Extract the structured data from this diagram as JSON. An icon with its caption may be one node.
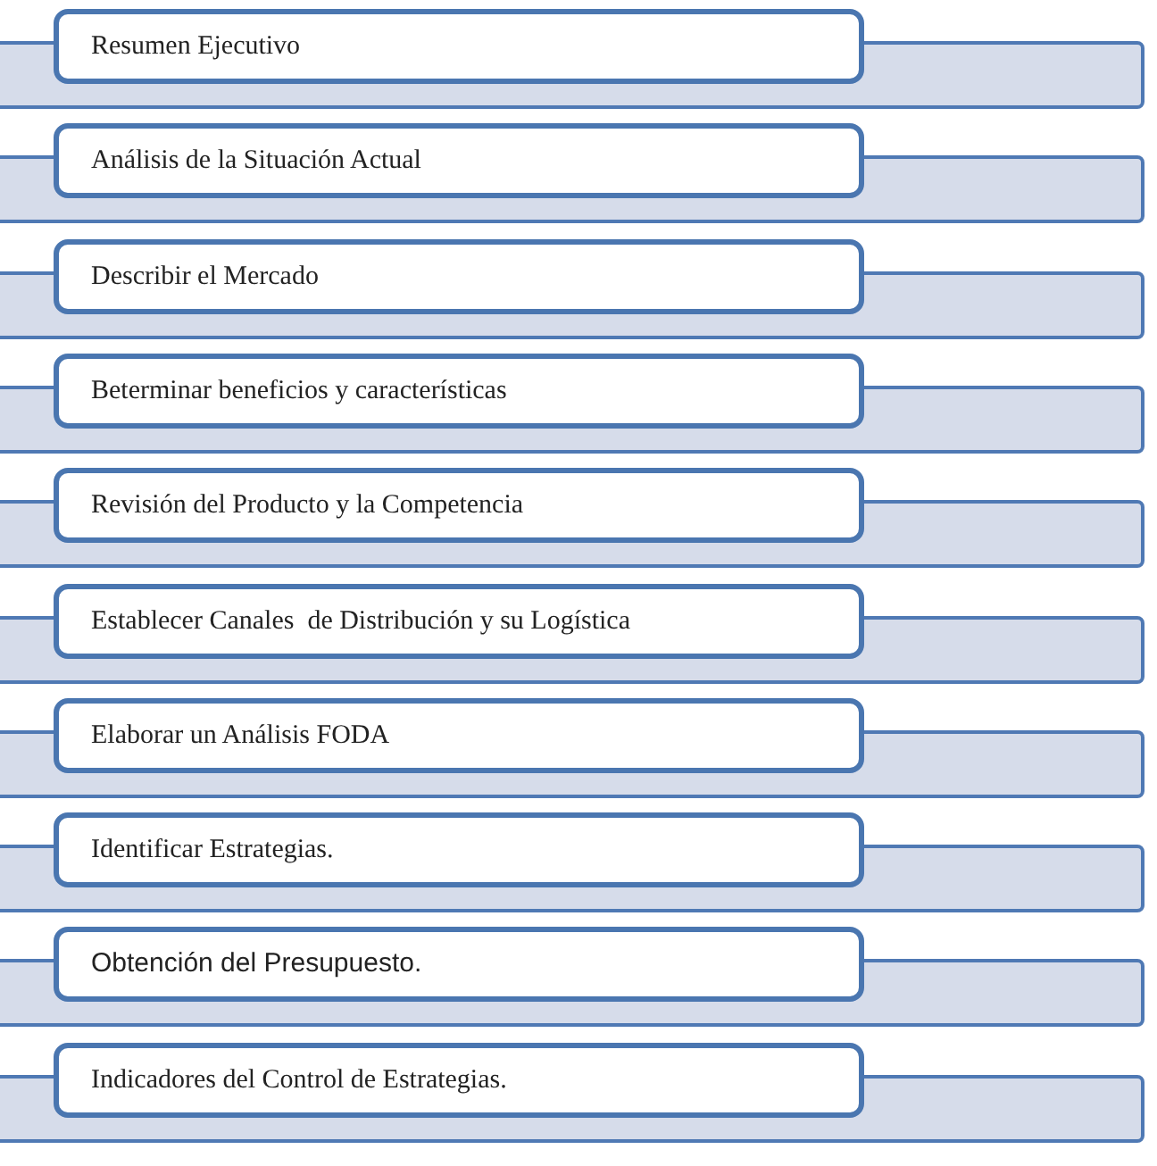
{
  "diagram": {
    "nodes": [
      {
        "text": [
          "Resumen Ejecutivo"
        ]
      },
      {
        "text": [
          "Análisis de la Situación Actual"
        ]
      },
      {
        "text": [
          "Describir el Mercado"
        ]
      },
      {
        "text": [
          "Beterminar beneficios y características"
        ]
      },
      {
        "text": [
          "Revisión del Producto y la Competencia"
        ]
      },
      {
        "text": [
          "Establecer Canales  de Distribución y su Logística"
        ]
      },
      {
        "text": [
          "Elaborar un Análisis FODA"
        ]
      },
      {
        "text": [
          "Identificar Estrategias."
        ]
      },
      {
        "text": [
          "Obtención del Presupuesto."
        ]
      },
      {
        "text": [
          "Indicadores del Control de Estrategias."
        ]
      }
    ]
  }
}
